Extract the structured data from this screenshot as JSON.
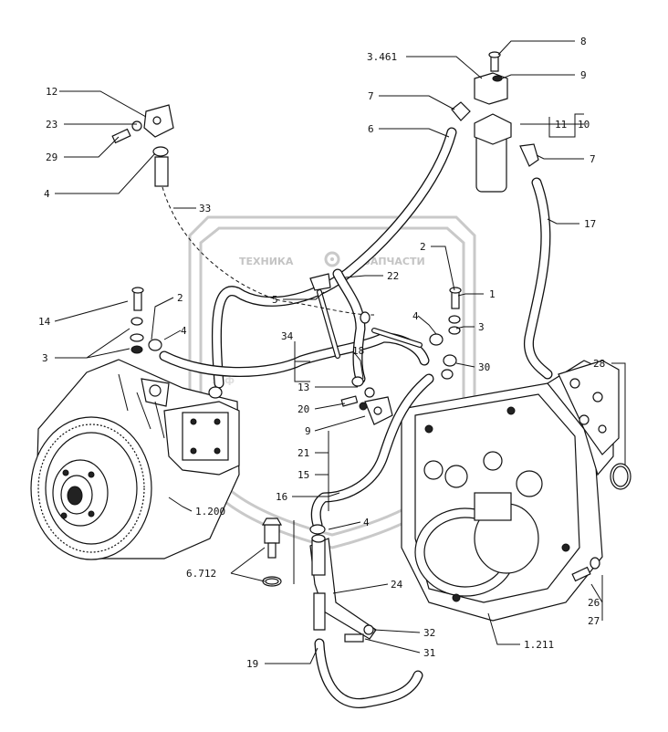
{
  "watermark": {
    "word_left": "ТЕХНИКА",
    "word_right": "ЗАПЧАСТИ",
    "logo_letters": "эпф"
  },
  "callouts": {
    "c3461": "3.461",
    "c8": "8",
    "c9top": "9",
    "c12": "12",
    "c23": "23",
    "c29": "29",
    "c4top": "4",
    "c33": "33",
    "c7left": "7",
    "c6": "6",
    "c11": "11",
    "c10": "10",
    "c7right": "7",
    "c17": "17",
    "c2right": "2",
    "c22": "22",
    "c5": "5",
    "c1": "1",
    "c2left": "2",
    "c14": "14",
    "c3left": "3",
    "c4left": "4",
    "c34": "34",
    "c4mid": "4",
    "c3right": "3",
    "c18": "18",
    "c30": "30",
    "c28": "28",
    "c13": "13",
    "c20": "20",
    "c9mid": "9",
    "c21": "21",
    "c15": "15",
    "c16": "16",
    "c4low": "4",
    "c1200": "1.200",
    "c6712": "6.712",
    "c24": "24",
    "c26": "26",
    "c27": "27",
    "c32": "32",
    "c31": "31",
    "c1211": "1.211",
    "c19": "19"
  },
  "icons": {
    "watermark": "shield-logo-icon",
    "gear": "gear-icon"
  }
}
